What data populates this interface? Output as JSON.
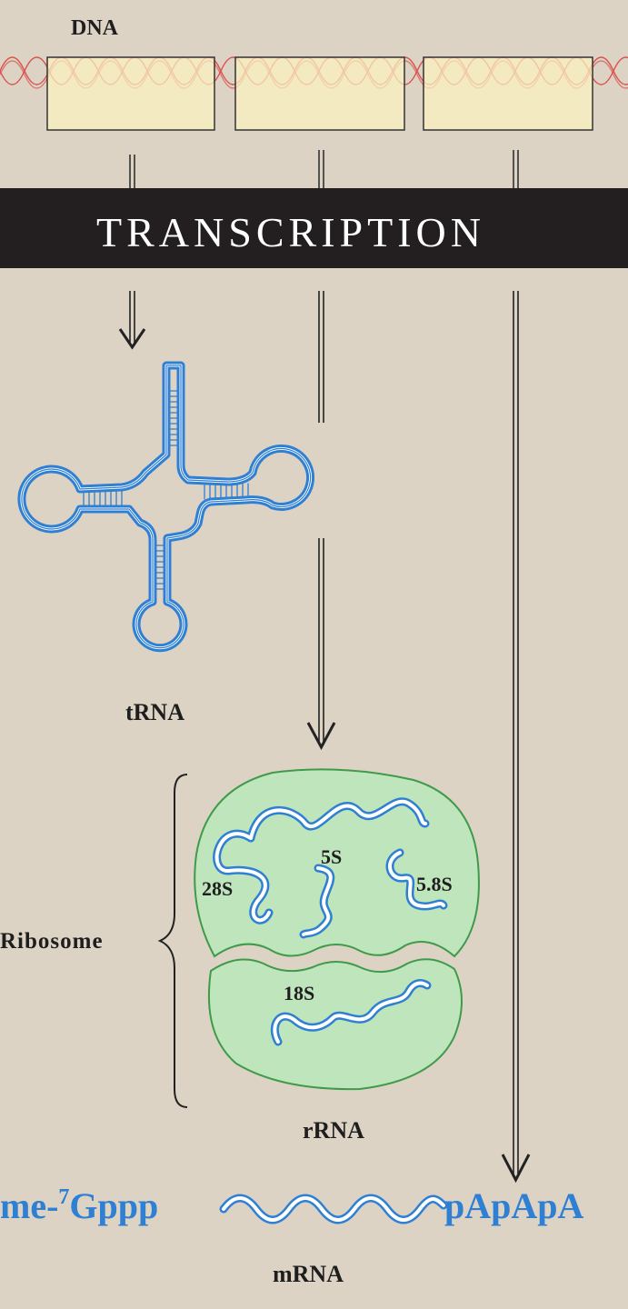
{
  "labels": {
    "dna": "DNA",
    "transcription": "TRANSCRIPTION",
    "trna": "tRNA",
    "ribosome": "Ribosome",
    "r28s": "28S",
    "r5s": "5S",
    "r58s": "5.8S",
    "r18s": "18S",
    "rrna": "rRNA",
    "mrna": "mRNA",
    "cap_prefix": "me-",
    "cap_superscript": "7",
    "cap_suffix": "Gppp",
    "polya": "pApApA"
  },
  "colors": {
    "background": "#ddd3c5",
    "banner": "#231f20",
    "banner_text": "#ffffff",
    "gene_box": "#fbf3c1",
    "dna_helix": "#d9534f",
    "rna_blue": "#2f7fd3",
    "ribosome_fill": "#bfe5bd",
    "ribosome_stroke": "#3f9a4a"
  }
}
